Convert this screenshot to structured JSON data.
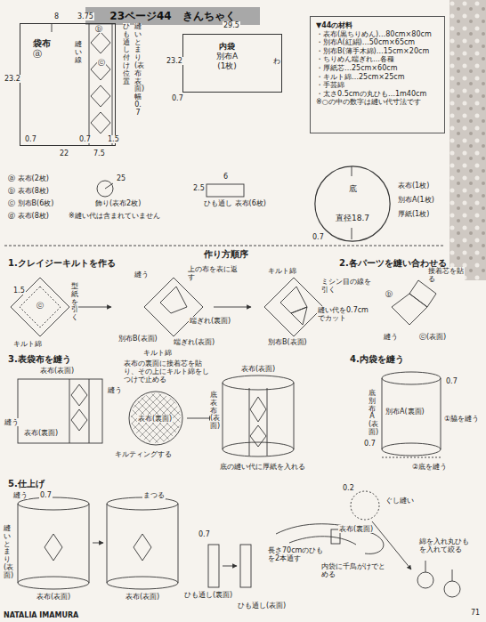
{
  "diagram": {
    "title": "23ページ44　きんちゃく",
    "nodes": [
      {
        "text": [
          "▼44の材料",
          "・表布(黒ちりめん)…80cm×80cm",
          "・別布A(紅絹)…50cm×65cm",
          "・別布B(薄手木綿)…15cm×20cm",
          "・ちりめん端ぎれ…各種",
          "・厚紙芯…25cm×60cm",
          "・キルト綿…25cm×25cm",
          "・手芸綿",
          "・太さ0.5cmの丸ひも…1m40cm",
          "※○の中の数字は縫い代寸法です"
        ]
      },
      {
        "text": [
          "袋布",
          "ⓐ"
        ]
      },
      {
        "text": [
          "内袋",
          "別布A",
          "(1枚)"
        ]
      },
      {
        "text": [
          "底",
          "直径18.7"
        ]
      }
    ],
    "labels": [
      "3.75",
      "8",
      "23.2",
      "22",
      "7.5",
      "ⓑ",
      "ⓒ",
      "縫い線",
      "0.7",
      "0.7",
      "1.5",
      "ひも通し付け位置",
      "縫いとまり(表布表面)幅0.7",
      "ⓐ 表布(2枚)",
      "ⓑ 表布(8枚)",
      "ⓒ 別布B(6枚)",
      "ⓓ 表布(8枚)",
      "※縫い代は含まれていません",
      "25",
      "飾り(表布2枚)",
      "29.5",
      "23.2",
      "わ",
      "0.7",
      "6",
      "2.5",
      "ひも通し 表布(6枚)",
      "0.7",
      "表布(1枚)",
      "別布A(1枚)",
      "厚紙(1枚)",
      "作り方順序",
      "1.クレイジーキルトを作る",
      "1.5",
      "ⓒ",
      "型紙を引く",
      "キルト綿",
      "縫う",
      "上の布を表に返す",
      "別布B(表面)",
      "端ぎれ(裏面)",
      "端ぎれ(表面)",
      "キルト綿",
      "キルト綿",
      "ミシン目の線を引く",
      "縫い代を0.7cmでカット",
      "別布B(表面)",
      "2.各パーツを縫い合わせる",
      "接着芯を貼る",
      "ⓑ",
      "縫う",
      "ⓒ(表面)",
      "3.表袋布を縫う",
      "表布(表面)",
      "縫う",
      "縫う",
      "表布(裏面)",
      "表布の裏面に接着芯を貼り、その上にキルト綿をしつけで止める",
      "表布(裏面)",
      "キルティングする",
      "表布(表面)",
      "底表布(表面)",
      "底の縫い代に厚紙を入れる",
      "4.内袋を縫う",
      "0.7",
      "①脇を縫う",
      "別布A(裏面)",
      "底 別布A(表面)",
      "0.7",
      "②底を縫う",
      "5.仕上げ",
      "縫う",
      "0.7",
      "縫いとまり(表面)",
      "表布(表面)",
      "まつる",
      "表布(表面)",
      "0.7",
      "ひも通し(裏面)",
      "ひも通し(表面)",
      "長さ70cmのひもを2本通す",
      "内袋に千鳥がけでとめる",
      "0.2",
      "ぐし縫い",
      "表布(裏面)",
      "綿を入れ丸ひもを入れて絞る",
      "NATALIA IMAMURA",
      "71"
    ]
  }
}
